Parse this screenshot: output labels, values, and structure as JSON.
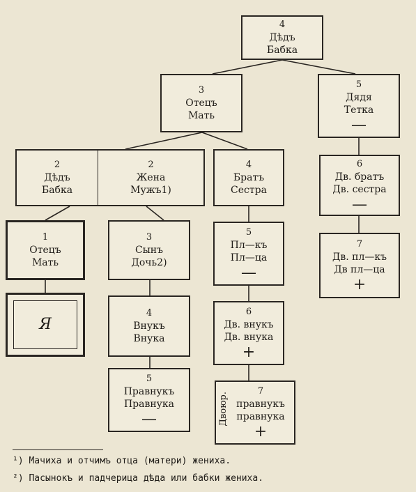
{
  "boxes": {
    "b4_top": {
      "num": "4",
      "l1": "Дѣдъ",
      "l2": "Бабка"
    },
    "b3": {
      "num": "3",
      "l1": "Отецъ",
      "l2": "Мать"
    },
    "b5_right": {
      "num": "5",
      "l1": "Дядя",
      "l2": "Тетка",
      "mark": "—"
    },
    "b2_left": {
      "num": "2",
      "l1": "Дѣдъ",
      "l2": "Бабка"
    },
    "b2_right": {
      "num": "2",
      "l1": "Жена",
      "l2": "Мужъ1)"
    },
    "b4_mid": {
      "num": "4",
      "l1": "Братъ",
      "l2": "Сестра"
    },
    "b6_right": {
      "num": "6",
      "l1": "Дв. братъ",
      "l2": "Дв. сестра",
      "mark": "—"
    },
    "b1": {
      "num": "1",
      "l1": "Отецъ",
      "l2": "Мать"
    },
    "b3_son": {
      "num": "3",
      "l1": "Сынъ",
      "l2": "Дочь2)"
    },
    "b5_mid": {
      "num": "5",
      "l1": "Пл—къ",
      "l2": "Пл—ца",
      "mark": "—"
    },
    "b7_right": {
      "num": "7",
      "l1": "Дв. пл—къ",
      "l2": "Дв пл—ца",
      "mark": "+"
    },
    "b_ya": {
      "l1": "Я"
    },
    "b4_vnuk": {
      "num": "4",
      "l1": "Внукъ",
      "l2": "Внука"
    },
    "b6_mid": {
      "num": "6",
      "l1": "Дв. внукъ",
      "l2": "Дв. внука",
      "mark": "+"
    },
    "b5_pravnuk": {
      "num": "5",
      "l1": "Правнукъ",
      "l2": "Правнука",
      "mark": "—"
    },
    "b7_mid": {
      "num": "7",
      "l1": "правнукъ",
      "l2": "правнука",
      "mark": "+",
      "side": "Двоюр."
    }
  },
  "footnotes": [
    "¹) Мачиха и отчимъ отца (матери) жениха.",
    "²) Пасынокъ и падчерица дѣда или бабки жениха."
  ]
}
